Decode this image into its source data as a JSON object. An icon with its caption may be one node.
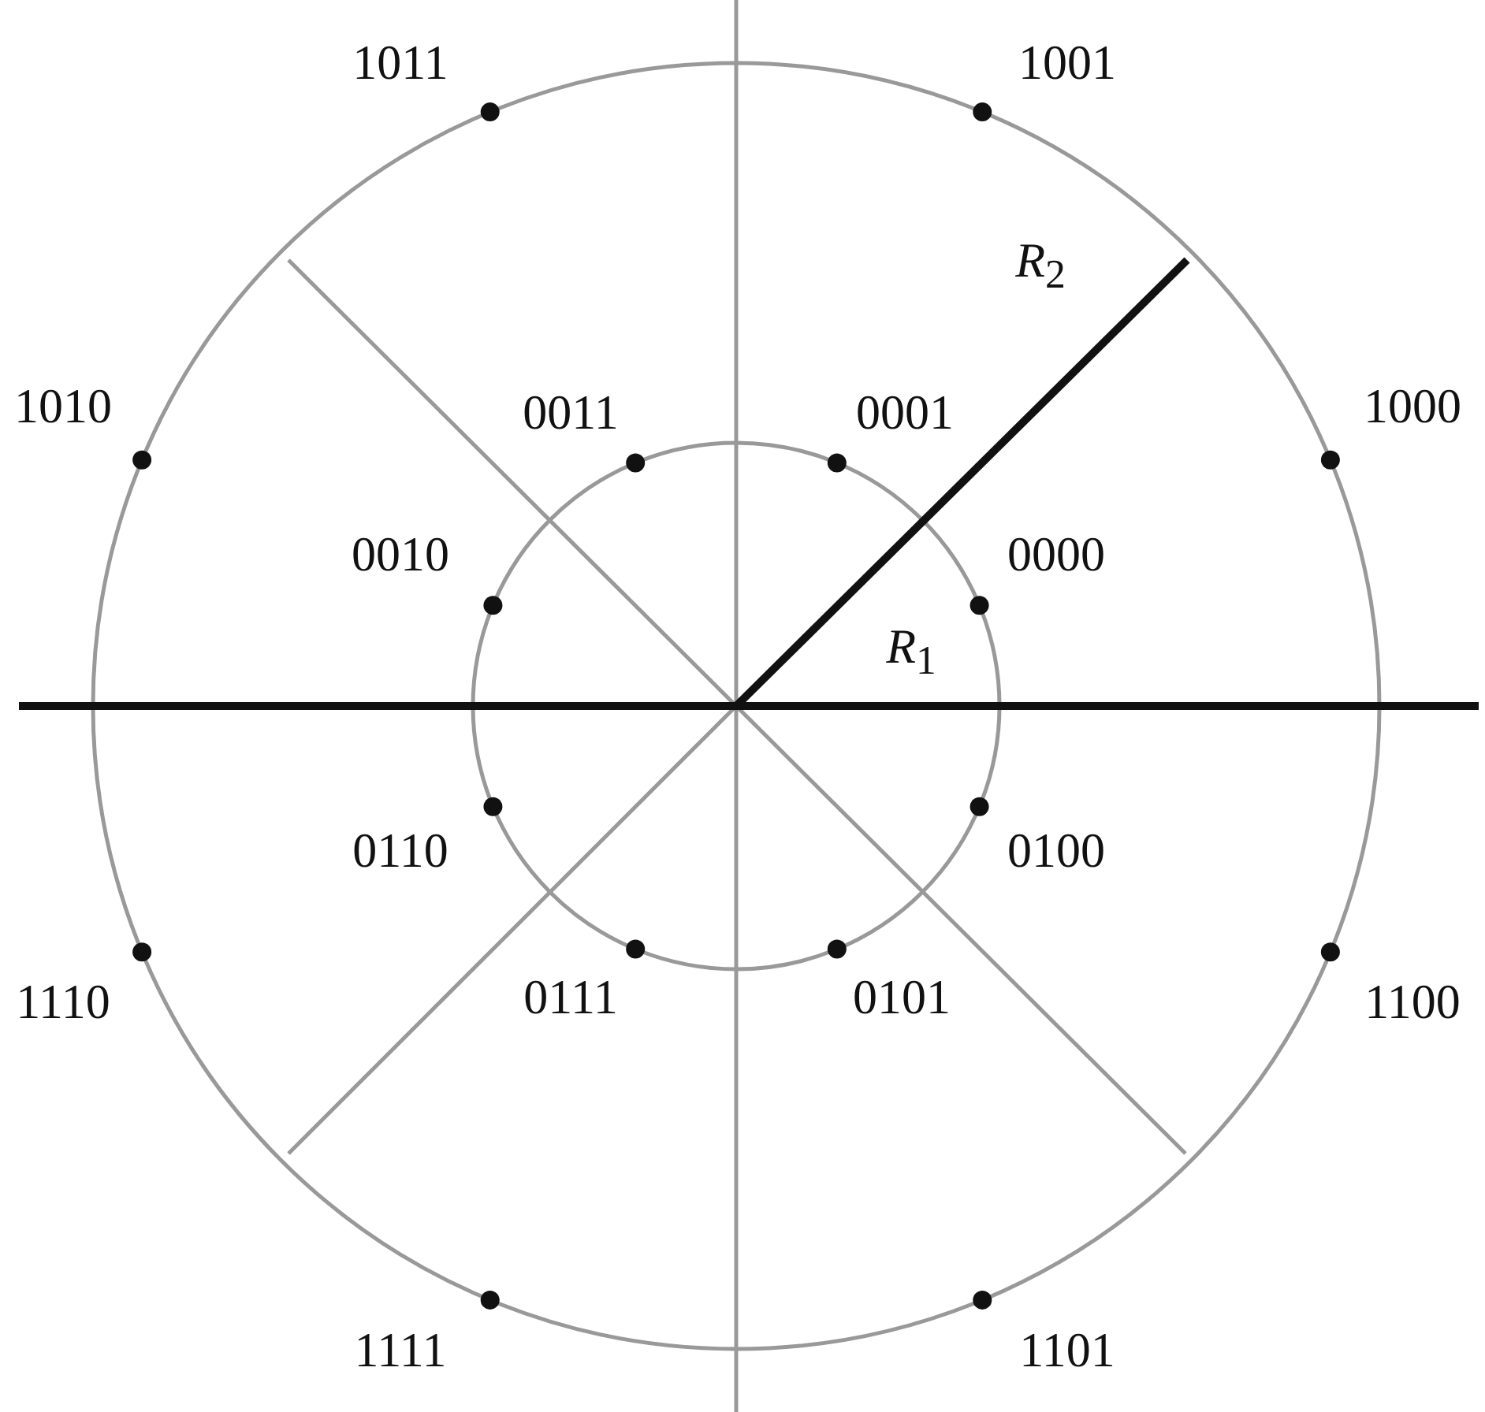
{
  "diagram": {
    "labels": [
      "1011",
      "1001",
      "*R*$_{2}$",
      "1010",
      "0011",
      "0001",
      "1000",
      "0010",
      "0000",
      "*R*$_{1}$",
      "0110",
      "0100",
      "1110",
      "0111",
      "0101",
      "1100",
      "1111",
      "1101"
    ]
  }
}
